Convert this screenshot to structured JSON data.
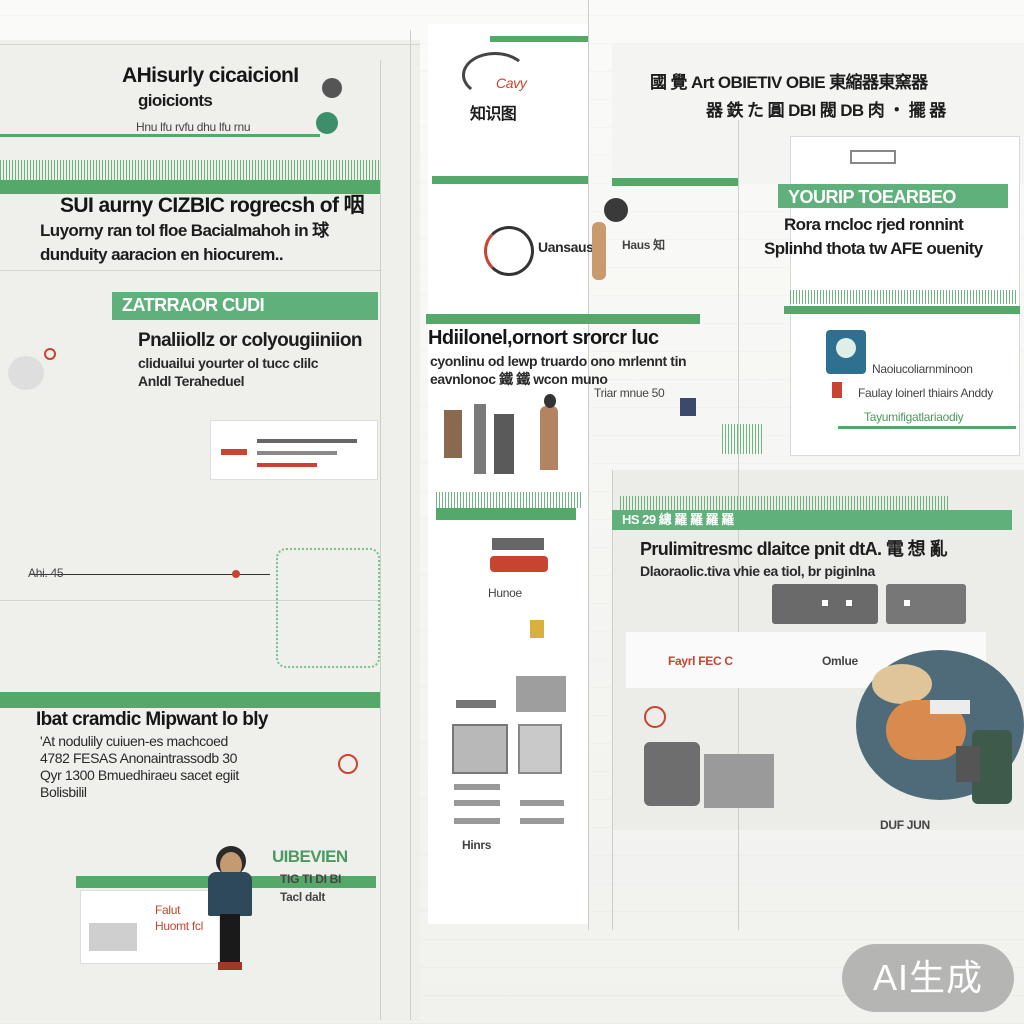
{
  "left_column": {
    "intro": {
      "title": "AHisurly cicaicionI",
      "subtitle": "gioicionts",
      "caption": "Hnu lfu rvfu dhu lfu rnu"
    },
    "section1": {
      "line1": "SUI aurny CIZBIC rogrecsh of 咽",
      "line2": "Luyorny ran tol floe Bacialmahoh in 球",
      "line3": "dunduity aaracion en hiocurem.."
    },
    "section2": {
      "band": "ZATRRAOR CUDI",
      "line1": "Pnaliiollz or colyougiiniion",
      "line2": "cliduailui yourter ol tucc clilc",
      "line3": "Anldl Teraheduel"
    },
    "timeline_label": "Ahi. 45",
    "section3": {
      "line1": "Ibat cramdic Mipwant lo bly",
      "line2": "'At nodulily cuiuen-es machcoed",
      "line3": "4782 FESAS Anonaintrassodb 30",
      "line4": "Qyr 1300 Bmuedhiraeu sacet egiit",
      "line5": "Bolisbilil"
    },
    "section4": {
      "title": "UIBEVIEN",
      "line1": "TIG TI DI BI",
      "line2": "Tacl dalt",
      "card_line1": "Falut",
      "card_line2": "Huomt fcl"
    }
  },
  "middle_column": {
    "logo_text": "Cavy",
    "logo_caption": "知识图",
    "item_caption": "Uansaus",
    "item_right": "Haus 知",
    "section": {
      "line1": "Hdiilonel,ornort srorcr luc",
      "line2": "cyonlinu od lewp truardo ono mrlennt tin",
      "line3": "eavnlonoc 鐵 鐵 wcon muno",
      "line4": "Triar mnue 50"
    },
    "red_caption": "Hunoe",
    "bottom_caption": "Hinrs"
  },
  "right_column": {
    "header1": "國 覺 Art OBIETIV OBIE 東縮器東窯器",
    "header2": "器 鉄 た 圓 DBI 閥 DB 肉 ・ 擺 器",
    "card": {
      "band": "YOURIP TOEARBEO",
      "line1": "Rora rncloc rjed ronnint",
      "line2": "Splinhd thota tw AFE ouenity",
      "list_line1": "Naoiucoliarnminoon",
      "list_line2": "Faulay loinerl thiairs Anddy",
      "list_line3": "Tayumifigatlariaodiy"
    },
    "lower": {
      "band": "HS 29 總 羅 羅 羅 羅",
      "line1": "Prulimitresmc dlaitce pnit dtA. 電 想 亂",
      "line2": "Dlaoraolic.tiva vhie ea tiol, br piginlna",
      "red_label": "Fayrl FEC C",
      "dark_label": "Omlue",
      "stamp": "DUF JUN"
    }
  },
  "watermark": "AI生成",
  "colors": {
    "accent_green": "#54a86a",
    "accent_red": "#c9442e",
    "paper": "#f6f6f4"
  }
}
